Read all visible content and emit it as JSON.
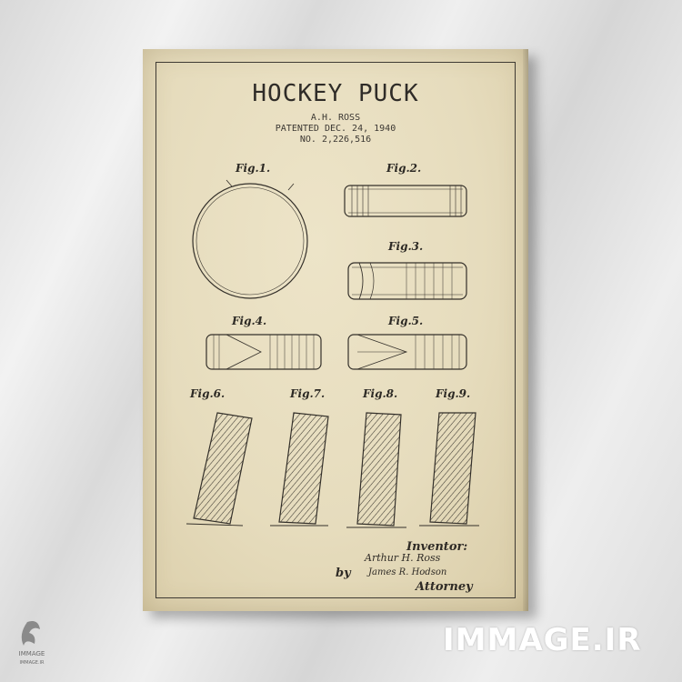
{
  "poster": {
    "title": "HOCKEY PUCK",
    "inventor_name": "A.H. ROSS",
    "patent_date": "PATENTED DEC. 24, 1940",
    "patent_number": "NO. 2,226,516"
  },
  "figures": [
    "Fig.1.",
    "Fig.2.",
    "Fig.3.",
    "Fig.4.",
    "Fig.5.",
    "Fig.6.",
    "Fig.7.",
    "Fig.8.",
    "Fig.9."
  ],
  "signature": {
    "inventor_label": "Inventor:",
    "inventor_sig": "Arthur H. Ross",
    "by": "by",
    "attorney_sig": "James R. Hodson",
    "attorney_label": "Attorney"
  },
  "watermark": {
    "text": "IMMAGE.IR",
    "logo_text": "IMMAGE",
    "logo_subtext": "IMMAGE.IR"
  },
  "colors": {
    "paper": "#e6dcbd",
    "ink": "#2f2c28",
    "wall": "#e4e4e4"
  }
}
